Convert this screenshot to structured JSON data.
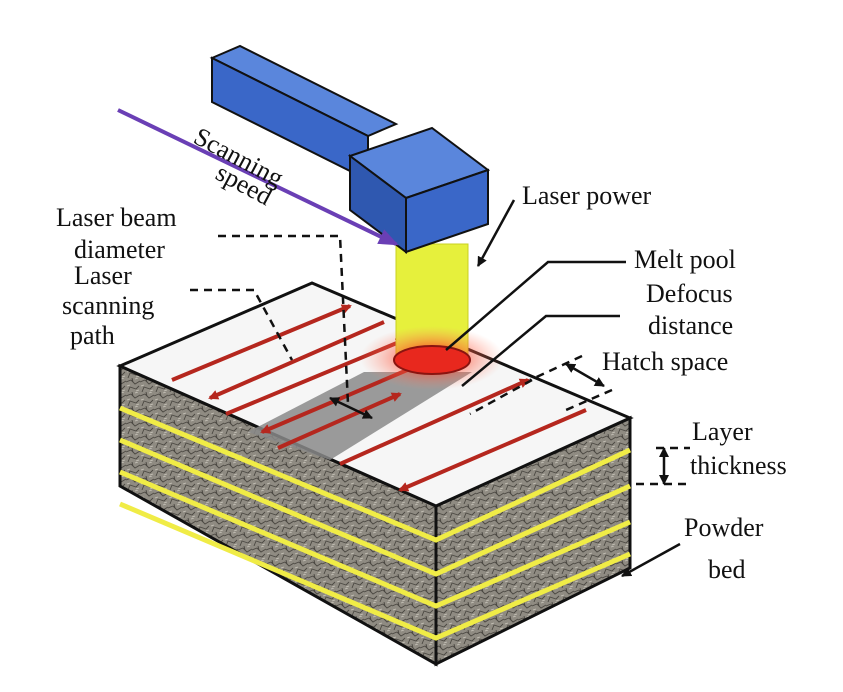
{
  "labels": {
    "scanning_speed_1": "Scanning",
    "scanning_speed_2": "speed",
    "laser_power": "Laser power",
    "beam_diameter_1": "Laser beam",
    "beam_diameter_2": "diameter",
    "scan_path_1": "Laser",
    "scan_path_2": "scanning",
    "scan_path_3": "path",
    "melt_pool": "Melt pool",
    "defocus_1": "Defocus",
    "defocus_2": "distance",
    "hatch_space": "Hatch space",
    "layer_thickness_1": "Layer",
    "layer_thickness_2": "thickness",
    "powder_bed_1": "Powder",
    "powder_bed_2": "bed"
  },
  "colors": {
    "laser_head": "#3a67c8",
    "laser_beam": "#e6f03c",
    "melt_pool": "#e8281e",
    "scan_arrow": "#b5271e",
    "speed_arrow": "#6a3fb5",
    "layer_line": "#f0ec46",
    "powder": "#8f8b82",
    "scanned_track": "#8a8a8a",
    "leader": "#111111"
  },
  "icons": [
    "laser-head",
    "laser-beam",
    "melt-pool",
    "powder-bed",
    "scan-arrow"
  ]
}
